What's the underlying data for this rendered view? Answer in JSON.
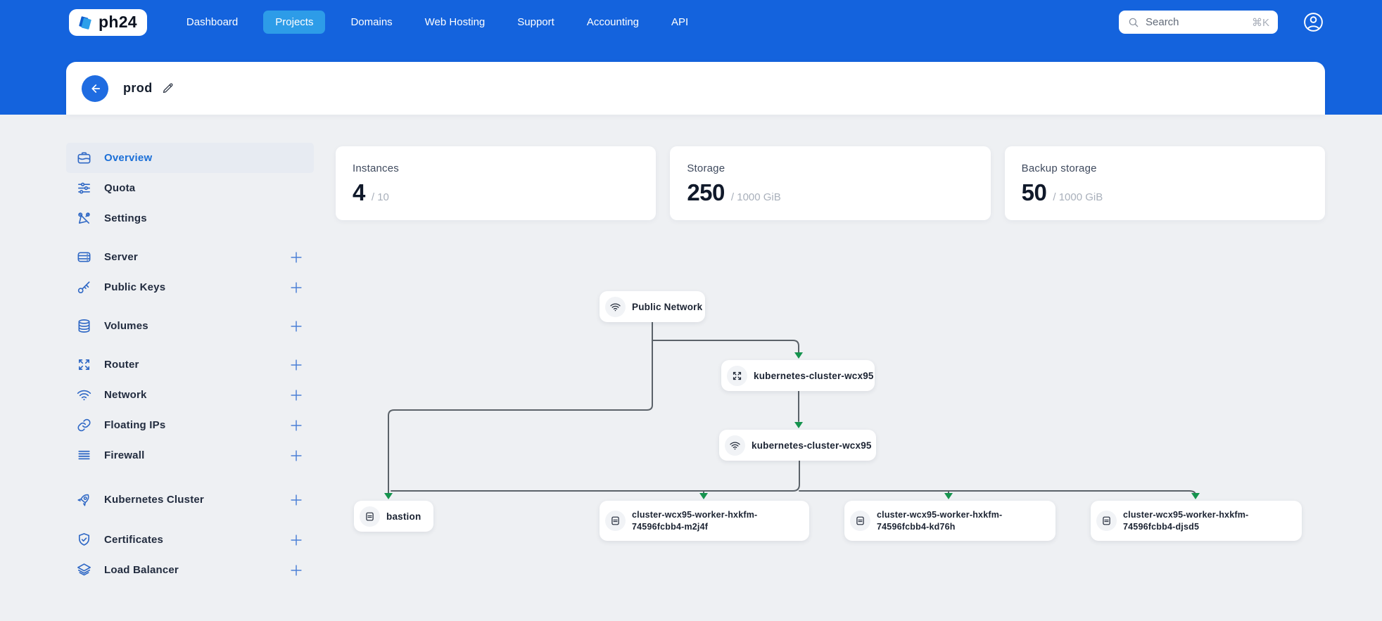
{
  "topbar": {
    "logo_text": "ph24",
    "nav": [
      {
        "label": "Dashboard",
        "active": false
      },
      {
        "label": "Projects",
        "active": true
      },
      {
        "label": "Domains",
        "active": false
      },
      {
        "label": "Web Hosting",
        "active": false
      },
      {
        "label": "Support",
        "active": false
      },
      {
        "label": "Accounting",
        "active": false
      },
      {
        "label": "API",
        "active": false
      }
    ],
    "search": {
      "placeholder": "Search",
      "shortcut": "⌘K",
      "icon": "search-icon"
    },
    "user": {
      "icon": "user-avatar-icon"
    }
  },
  "header": {
    "title": "prod",
    "back_icon": "arrow-left-icon",
    "edit_icon": "pencil-icon"
  },
  "sidebar": {
    "items": [
      {
        "label": "Overview",
        "icon": "briefcase-icon",
        "active": true,
        "has_add": false
      },
      {
        "label": "Quota",
        "icon": "sliders-icon",
        "active": false,
        "has_add": false
      },
      {
        "label": "Settings",
        "icon": "tools-icon",
        "active": false,
        "has_add": false
      },
      {
        "label": "Server",
        "icon": "server-icon",
        "active": false,
        "has_add": true
      },
      {
        "label": "Public Keys",
        "icon": "key-icon",
        "active": false,
        "has_add": true
      },
      {
        "label": "Volumes",
        "icon": "database-icon",
        "active": false,
        "has_add": true
      },
      {
        "label": "Router",
        "icon": "expand-arrows-icon",
        "active": false,
        "has_add": true
      },
      {
        "label": "Network",
        "icon": "wifi-icon",
        "active": false,
        "has_add": true
      },
      {
        "label": "Floating IPs",
        "icon": "link-icon",
        "active": false,
        "has_add": true
      },
      {
        "label": "Firewall",
        "icon": "lines-icon",
        "active": false,
        "has_add": true
      },
      {
        "label": "Kubernetes Cluster",
        "icon": "rocket-icon",
        "active": false,
        "has_add": true
      },
      {
        "label": "Certificates",
        "icon": "shield-check-icon",
        "active": false,
        "has_add": true
      },
      {
        "label": "Load Balancer",
        "icon": "layers-icon",
        "active": false,
        "has_add": true
      }
    ]
  },
  "stats": [
    {
      "label": "Instances",
      "value": "4",
      "limit": "/ 10"
    },
    {
      "label": "Storage",
      "value": "250",
      "limit": "/ 1000 GiB"
    },
    {
      "label": "Backup storage",
      "value": "50",
      "limit": "/ 1000 GiB"
    }
  ],
  "diagram": {
    "nodes": [
      {
        "id": "public-network",
        "label": "Public Network",
        "icon": "wifi-icon"
      },
      {
        "id": "k8s-cluster-router",
        "label": "kubernetes-cluster-wcx95",
        "icon": "expand-arrows-icon"
      },
      {
        "id": "k8s-cluster-network",
        "label": "kubernetes-cluster-wcx95",
        "icon": "wifi-icon"
      },
      {
        "id": "bastion",
        "label": "bastion",
        "icon": "host-icon"
      },
      {
        "id": "worker-1",
        "label_line1": "cluster-wcx95-worker-hxkfm-",
        "label_line2": "74596fcbb4-m2j4f",
        "icon": "host-icon"
      },
      {
        "id": "worker-2",
        "label_line1": "cluster-wcx95-worker-hxkfm-",
        "label_line2": "74596fcbb4-kd76h",
        "icon": "host-icon"
      },
      {
        "id": "worker-3",
        "label_line1": "cluster-wcx95-worker-hxkfm-",
        "label_line2": "74596fcbb4-djsd5",
        "icon": "host-icon"
      }
    ],
    "edges": [
      {
        "from": "public-network",
        "to": "k8s-cluster-router"
      },
      {
        "from": "public-network",
        "to": "bastion"
      },
      {
        "from": "k8s-cluster-router",
        "to": "k8s-cluster-network"
      },
      {
        "from": "k8s-cluster-network",
        "to": "bastion"
      },
      {
        "from": "k8s-cluster-network",
        "to": "worker-1"
      },
      {
        "from": "k8s-cluster-network",
        "to": "worker-2"
      },
      {
        "from": "k8s-cluster-network",
        "to": "worker-3"
      }
    ]
  },
  "colors": {
    "topbar_blue": "#1463dd",
    "active_nav_blue": "#2d9ce8",
    "page_bg": "#eef0f3",
    "accent_blue": "#1b6fd7",
    "edge_gray": "#5b6269",
    "arrow_green": "#15934e"
  }
}
